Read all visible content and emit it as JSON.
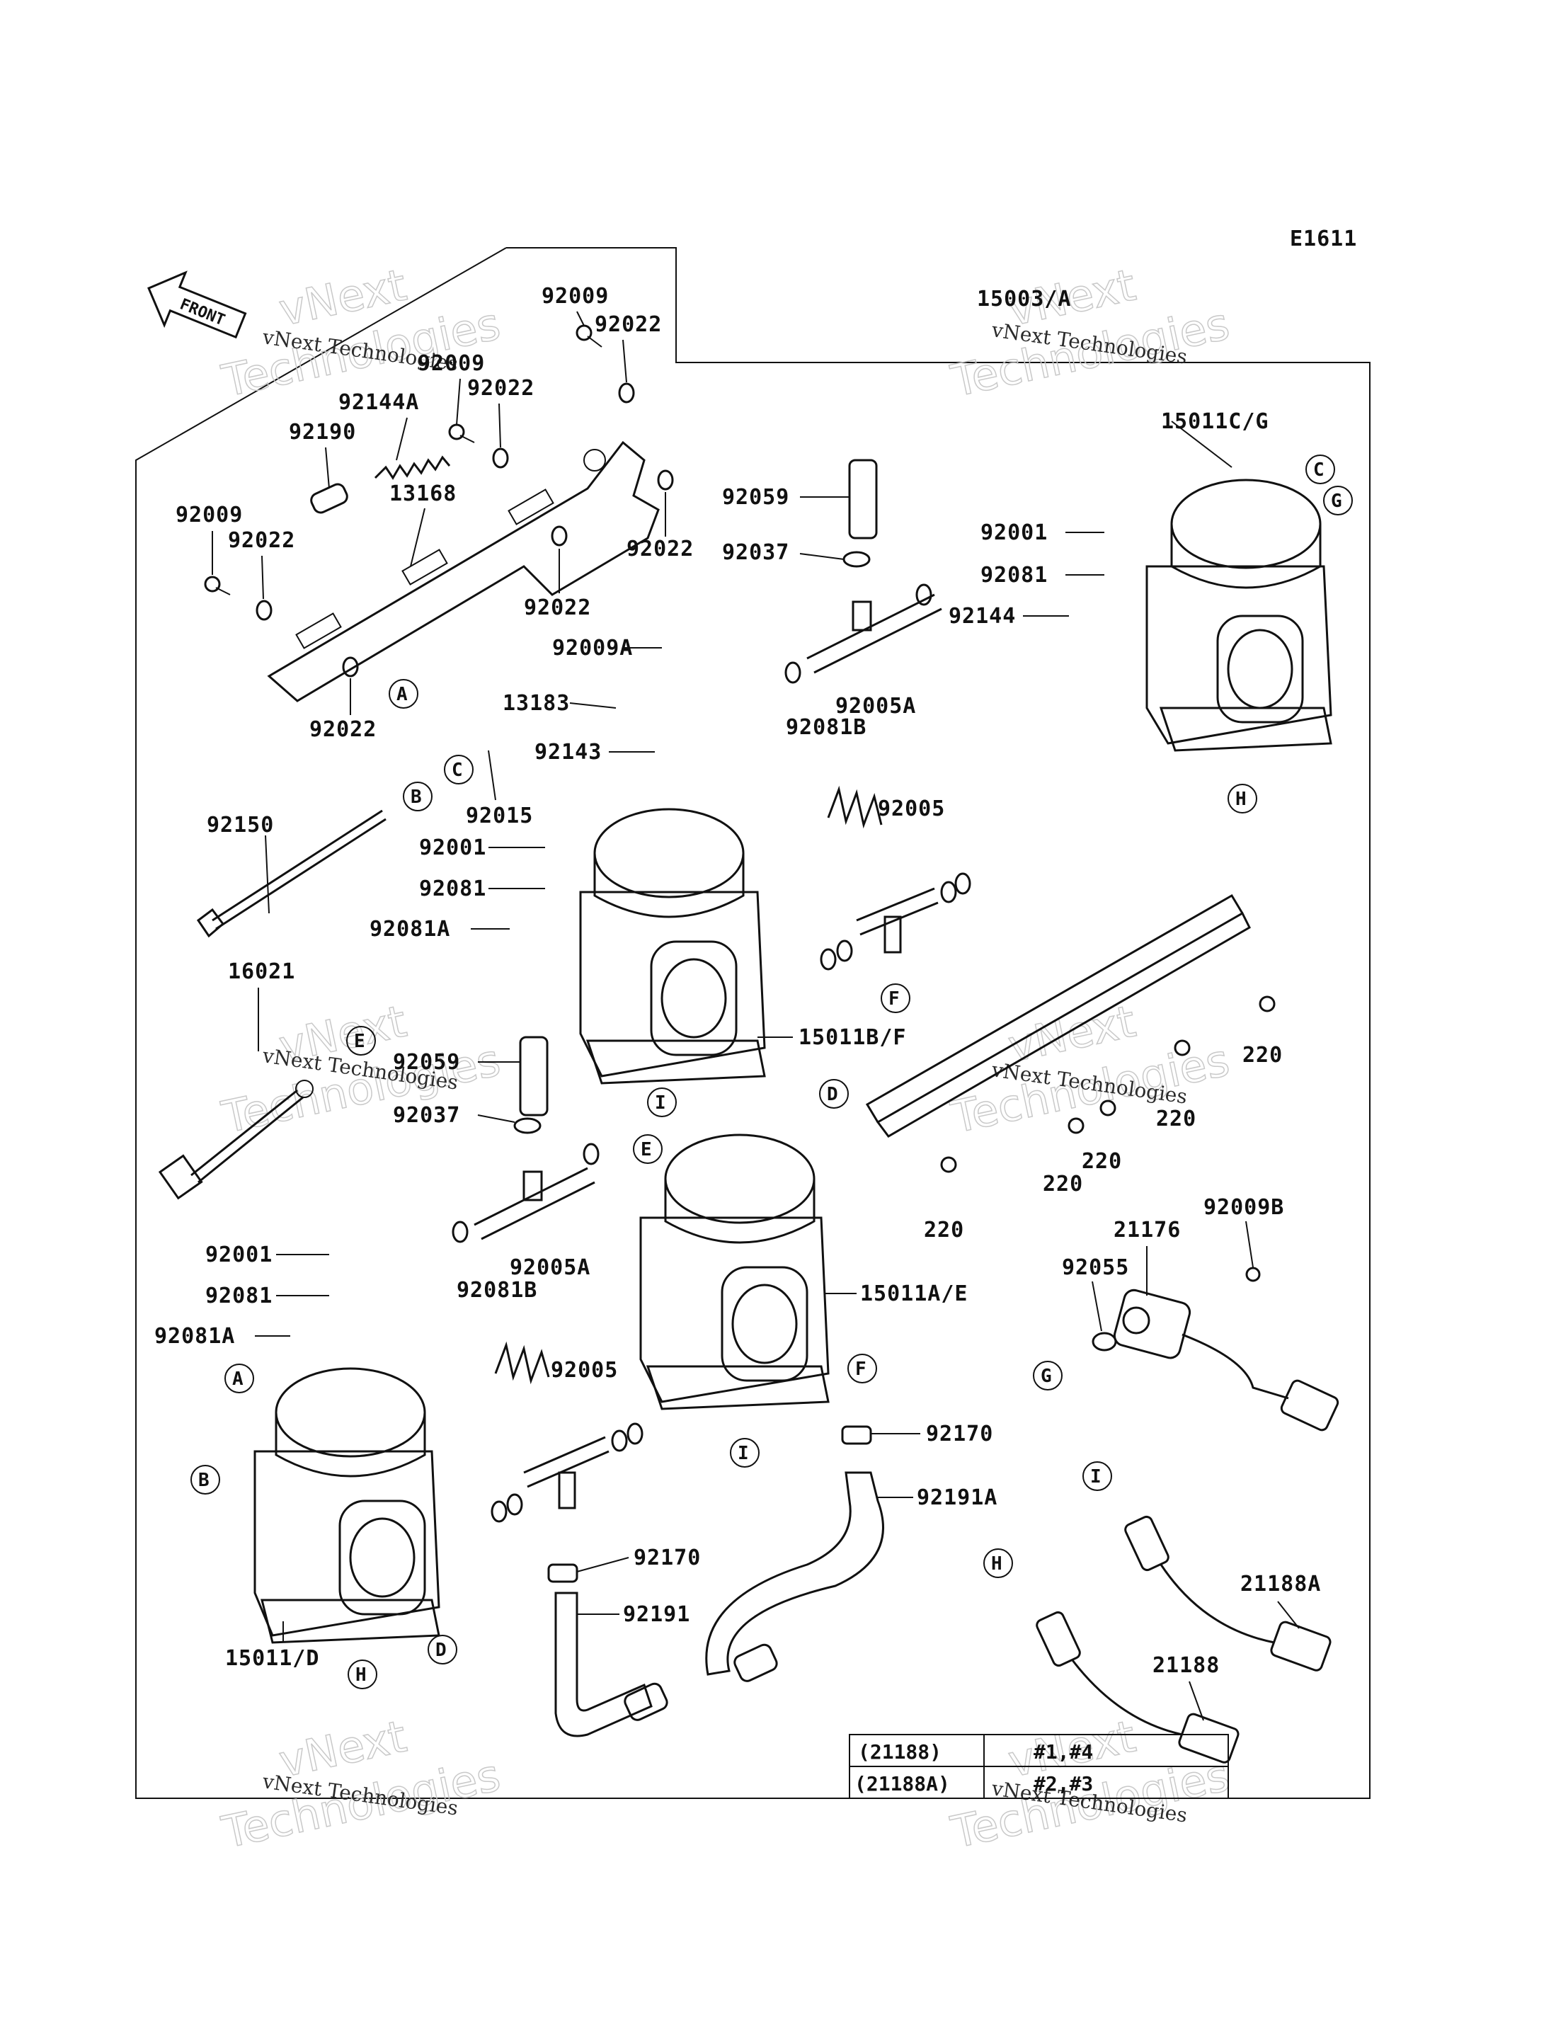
{
  "diagram_code": "E1611",
  "front_label": "FRONT",
  "watermark": {
    "line1": "vNext",
    "line2": "Technologies",
    "small": "vNext Technologies"
  },
  "labels": {
    "p15003A": "15003/A",
    "p92009_1": "92009",
    "p92022_1": "92022",
    "p92009_2": "92009",
    "p92022_2": "92022",
    "p92144A": "92144A",
    "p92190": "92190",
    "p13168": "13168",
    "p92009_3": "92009",
    "p92022_3": "92022",
    "p92022_4": "92022",
    "p92022_5": "92022",
    "p92022_6": "92022",
    "p15011CG": "15011C/G",
    "p92059_1": "92059",
    "p92037_1": "92037",
    "p92001_1": "92001",
    "p92081_1": "92081",
    "p92144": "92144",
    "p92009A": "92009A",
    "p92005A_1": "92005A",
    "p13183": "13183",
    "p92081B_1": "92081B",
    "p92143": "92143",
    "p92015": "92015",
    "p92150": "92150",
    "p92005_1": "92005",
    "p92001_2": "92001",
    "p92081_2": "92081",
    "p92081A_1": "92081A",
    "p16021": "16021",
    "p15011BF": "15011B/F",
    "p220_1": "220",
    "p92059_2": "92059",
    "p92037_2": "92037",
    "p220_2": "220",
    "p220_3": "220",
    "p220_4": "220",
    "p220_5": "220",
    "p92005A_2": "92005A",
    "p92081B_2": "92081B",
    "p92001_3": "92001",
    "p92081_3": "92081",
    "p92081A_2": "92081A",
    "p15011AE": "15011A/E",
    "p21176": "21176",
    "p92009B": "92009B",
    "p92055": "92055",
    "p92005_2": "92005",
    "p92170_1": "92170",
    "p92191A": "92191A",
    "p92170_2": "92170",
    "p92191": "92191",
    "p15011D": "15011/D",
    "p21188A": "21188A",
    "p21188": "21188"
  },
  "callouts": [
    "A",
    "B",
    "C",
    "D",
    "E",
    "F",
    "G",
    "H",
    "I"
  ],
  "table": {
    "rows": [
      {
        "part": "(21188)",
        "cyl": "#1,#4"
      },
      {
        "part": "(21188A)",
        "cyl": "#2,#3"
      }
    ]
  }
}
